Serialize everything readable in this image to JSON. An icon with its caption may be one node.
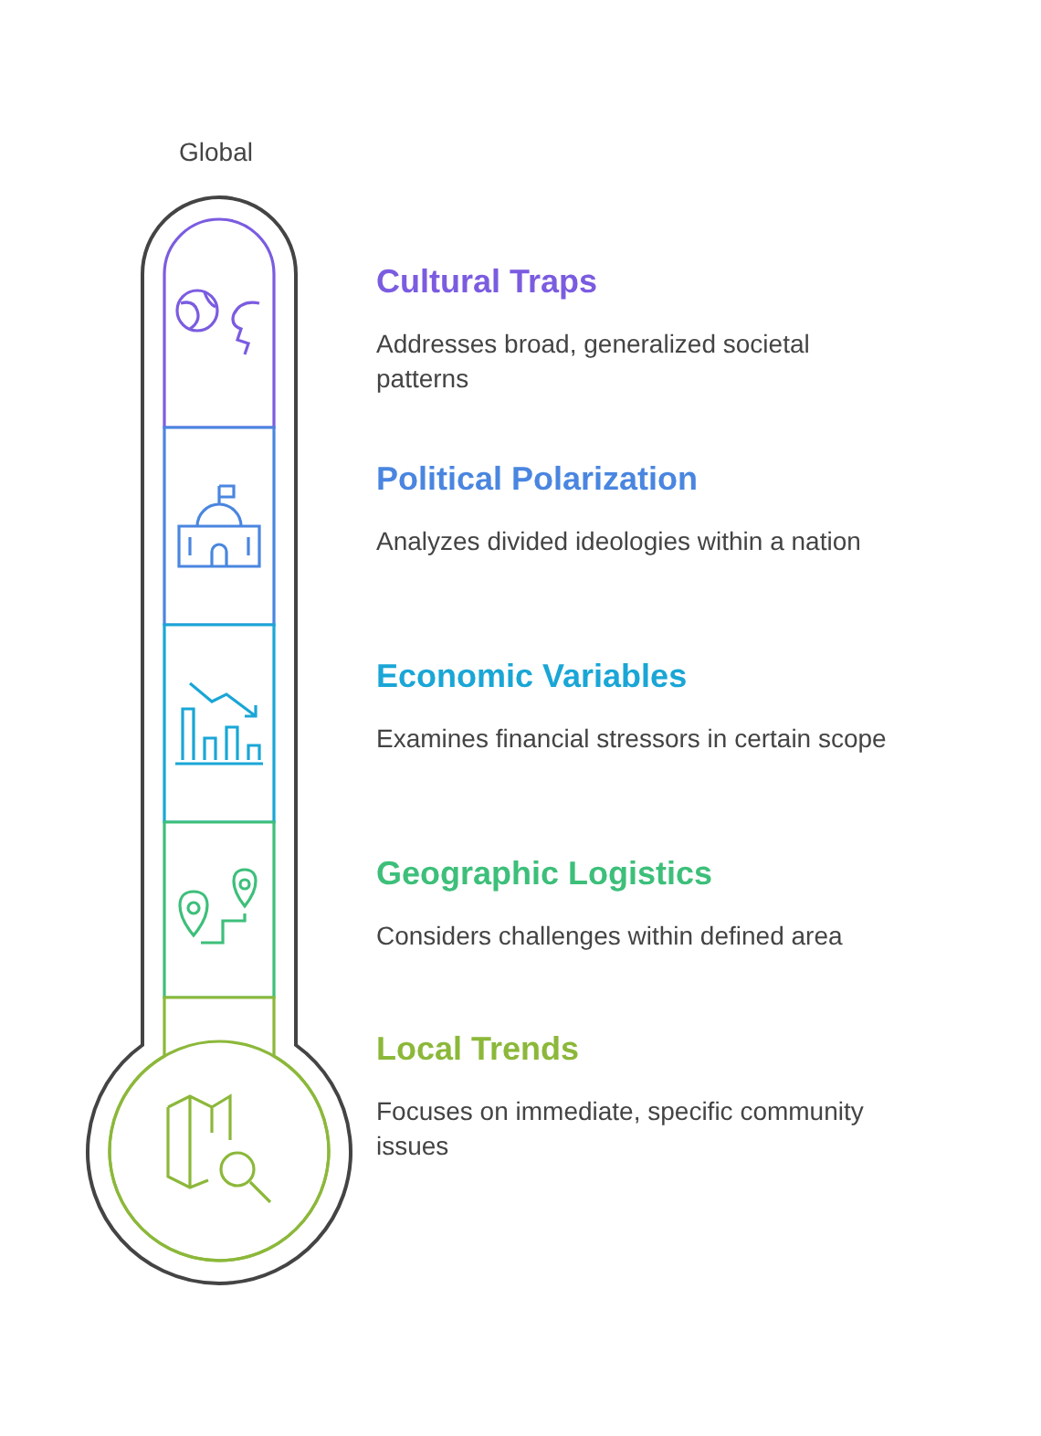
{
  "diagram": {
    "nodes": [
      {
        "text": [
          "Cultural Traps",
          "Addresses broad, generalized societal patterns"
        ]
      },
      {
        "text": [
          "Political Polarization",
          "Analyzes divided ideologies within a nation"
        ]
      },
      {
        "text": [
          "Economic Variables",
          "Examines financial stressors in certain scope"
        ]
      },
      {
        "text": [
          "Geographic Logistics",
          "Considers challenges within defined area"
        ]
      },
      {
        "text": [
          "Local Trends",
          "Focuses on immediate, specific community issues"
        ]
      }
    ],
    "labels": [
      "Global"
    ]
  }
}
